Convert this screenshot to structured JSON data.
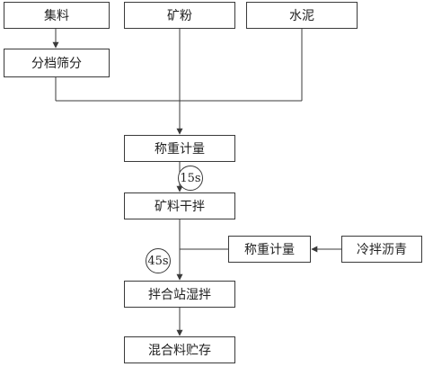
{
  "nodes": {
    "aggregate": "集料",
    "mineral_powder": "矿粉",
    "cement": "水泥",
    "grading_screening": "分档筛分",
    "weighing_1": "称重计量",
    "dry_mix_mineral": "矿料干拌",
    "weighing_2": "称重计量",
    "cold_mix_asphalt": "冷拌沥青",
    "wet_mix_station": "拌合站湿拌",
    "mix_storage": "混合料贮存"
  },
  "timers": {
    "dry_mix_time": "15s",
    "wet_mix_time": "45s"
  },
  "colors": {
    "line": "#3a3a3a",
    "box_border": "#3a3a3a",
    "text": "#222222",
    "background": "#ffffff"
  }
}
